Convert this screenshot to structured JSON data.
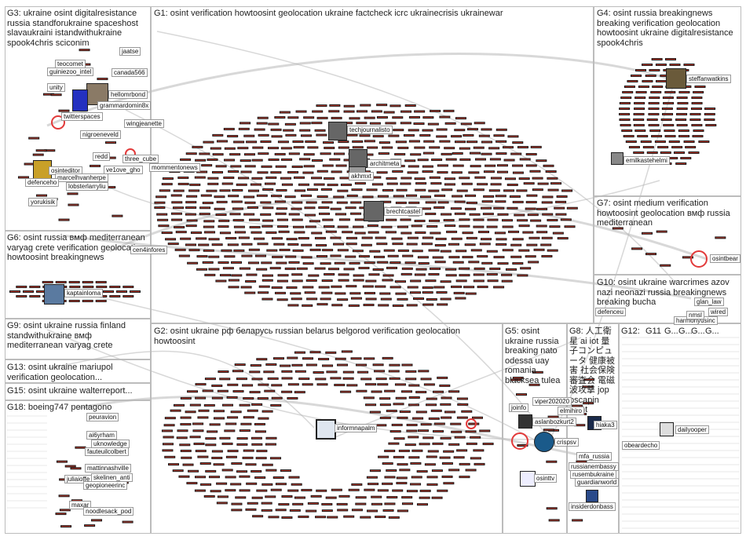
{
  "groups": {
    "G1": "G1: osint verification howtoosint geolocation ukraine factcheck icrc ukrainecrisis ukrainewar",
    "G2": "G2: osint ukraine рф беларусь russian belarus belgorod verification geolocation howtoosint",
    "G3": "G3: ukraine osint digitalresistance russia standforukraine spaceshost slavaukraini istandwithukraine spook4chris sciconim",
    "G4": "G4: osint russia breakingnews breaking verification geolocation howtoosint ukraine digitalresistance spook4chris",
    "G5": "G5: osint ukraine russia breaking nato odessa uay romania blacksea tulea",
    "G6": "G6: osint russia вмф mediterranean varyag crete verification geolocation howtoosint breakingnews",
    "G7": "G7: osint medium verification howtoosint geolocation вмф russia mediterranean",
    "G8": "G8: 人工衛星 ai iot 量子コンピュータ 健康被害 社会保険審査会 電磁波攻撃 jop pscapin osint",
    "G9": "G9: osint ukraine russia finland standwithukraine вмф mediterranean varyag crete",
    "G10": "G10: osint ukraine warcrimes azov nazi neonazi russia breakingnews breaking bucha",
    "G11": "G11: ...",
    "G12": "G12: G...",
    "G13": "G13: osint ukraine mariupol verification geolocation...",
    "G15": "G15: osint ukraine walterreport...",
    "G18": "G18: boeing747 pentagono"
  },
  "small_groups": [
    "G...",
    "G...",
    "G...",
    "G..."
  ],
  "nodes": {
    "n0": "techjournalisto",
    "n1": "architmeta",
    "n2": "akhmxt",
    "n3": "brechtcastel",
    "n4": "informnapalm",
    "n5": "steffanwatkins",
    "n6": "emilkastehelmi",
    "n7": "osintbear",
    "n8": "kaptainloma",
    "n9": "cen4infores",
    "n10": "teocomet",
    "n11": "guiniezoo_intel",
    "n12": "canada566",
    "n13": "hellomrbond",
    "n14": "grammardomin8x",
    "n15": "twitterspaces",
    "n16": "wingjeanette",
    "n17": "nigroeneveld",
    "n18": "three_cube",
    "n19": "osinteditor",
    "n20": "mommentonews",
    "n21": "marcelhvanherpe",
    "n22": "lobsterlarryliu",
    "n23": "defenceho",
    "n24": "yorukisik",
    "n25": "ai6yrham",
    "n26": "uknowledge",
    "n27": "fauteuilcolbert",
    "n28": "mattinnashville",
    "n29": "juliaioffe",
    "n30": "skelinen_anti",
    "n31": "geopioneerinc",
    "n32": "peuravion",
    "n33": "maxar",
    "n34": "noodlesack_pod",
    "n35": "viper202020",
    "n36": "aslanbozkurt2",
    "n37": "crispsv",
    "n38": "osinttv",
    "n39": "hiaka3",
    "n40": "mfa_russia",
    "n41": "russianembassy",
    "n42": "rusembukraine",
    "n43": "guardianworld",
    "n44": "insiderdonbass",
    "n45": "dailyooper",
    "n46": "obeardecho",
    "n47": "harmonyusinc",
    "n48": "glan_law",
    "n49": "defenceu",
    "n50": "wired",
    "n51": "jaatse",
    "n52": "elmihiro",
    "n53": "nmsl",
    "n54": "ve1ove_gho",
    "n55": "redd",
    "n56": "unity",
    "n57": "joinfo"
  },
  "colors": {
    "node_fill": "#1a1a1a",
    "node_accent": "#c0392b",
    "edge": "#b8b8b8",
    "panel_border": "#bcbcbc",
    "loop": "#e23a3a"
  }
}
